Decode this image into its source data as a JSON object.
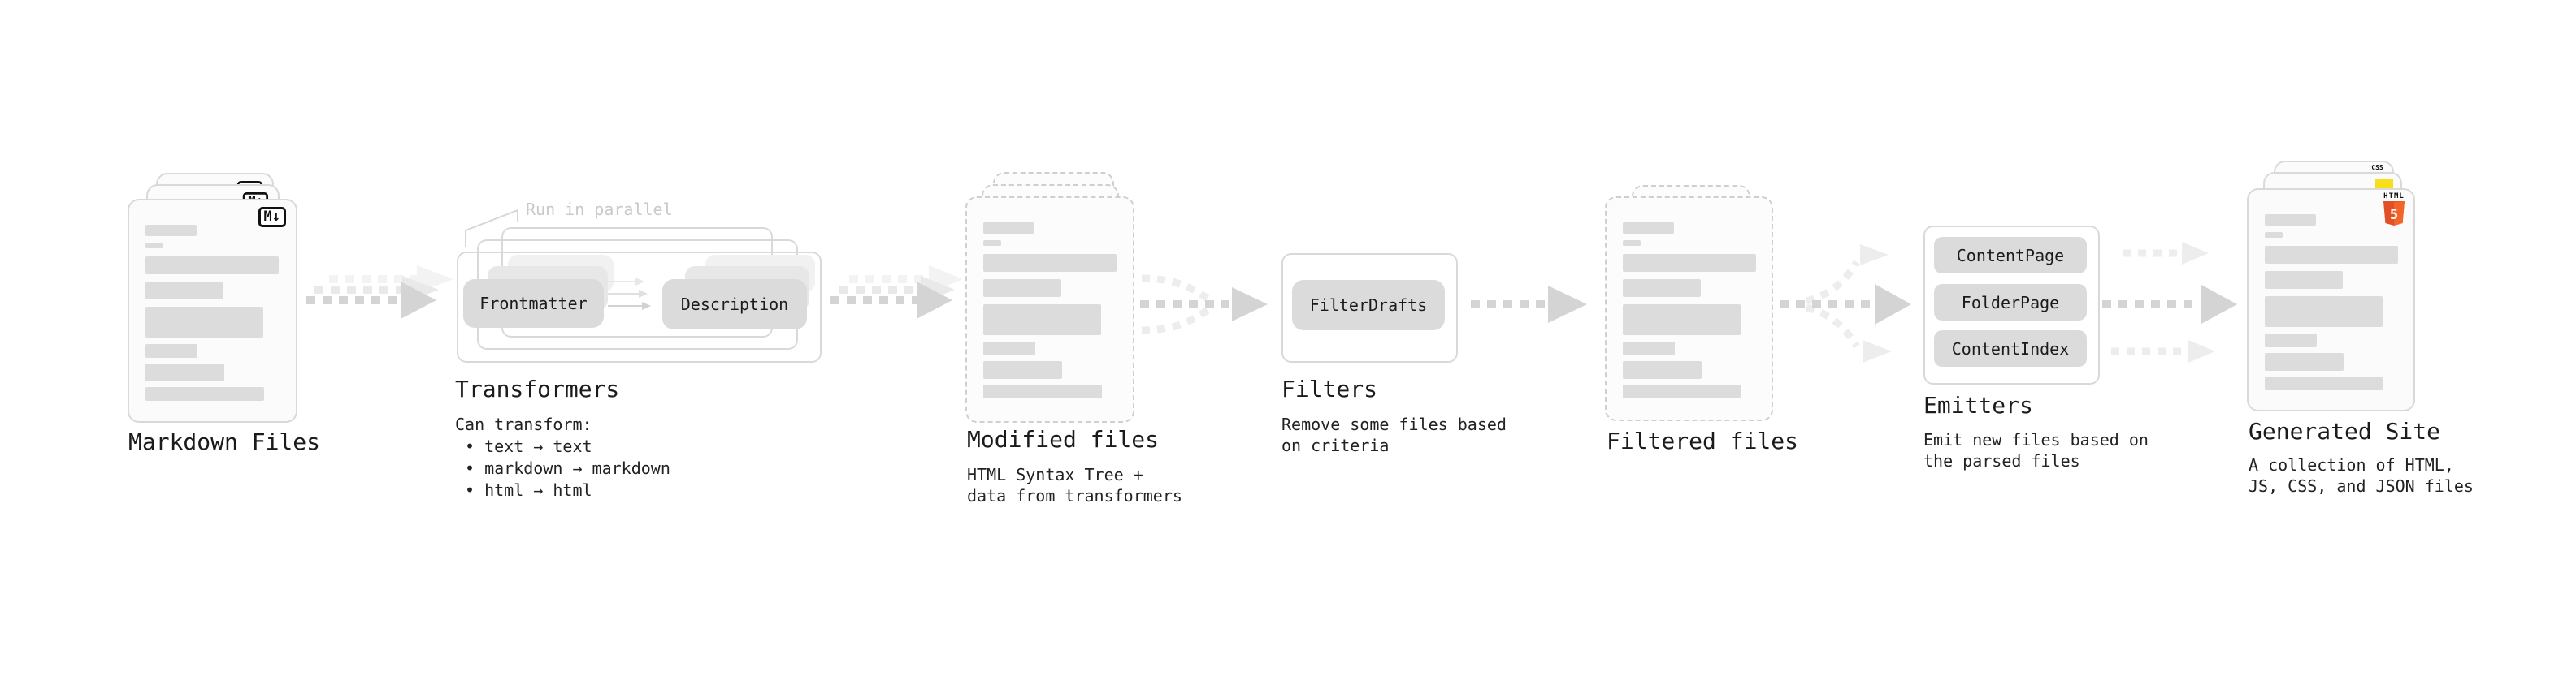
{
  "markdown_files": {
    "label": "Markdown Files",
    "badge": "M↓"
  },
  "transformers": {
    "annotation": "Run in parallel",
    "pills": [
      "Frontmatter",
      "Description"
    ],
    "title": "Transformers",
    "caption_heading": "Can transform:",
    "bullets": [
      "• text → text",
      "• markdown → markdown",
      "• html → html"
    ]
  },
  "modified_files": {
    "label": "Modified files",
    "caption": "HTML Syntax Tree +\ndata from transformers"
  },
  "filters": {
    "pill": "FilterDrafts",
    "title": "Filters",
    "caption": "Remove some files based\non criteria"
  },
  "filtered_files": {
    "label": "Filtered files"
  },
  "emitters": {
    "pills": [
      "ContentPage",
      "FolderPage",
      "ContentIndex"
    ],
    "title": "Emitters",
    "caption": "Emit new files based on\nthe parsed files"
  },
  "generated_site": {
    "label": "Generated Site",
    "caption": "A collection of HTML,\nJS, CSS, and JSON files",
    "badges": {
      "html_label": "HTML",
      "html_number": "5",
      "css": "CSS"
    }
  },
  "colors": {
    "html5_orange": "#e34f26",
    "html5_orange_light": "#f16529",
    "js_yellow": "#f7df1e",
    "css_blue": "#2965f1",
    "arrow_gray": "#d4d4d4",
    "arrow_ghost": "#ededed",
    "text": "#1b1b1b",
    "muted_annotation": "#c9c9c9",
    "bar_gray": "#dcdcdc",
    "border_gray": "#d9d9d9"
  }
}
